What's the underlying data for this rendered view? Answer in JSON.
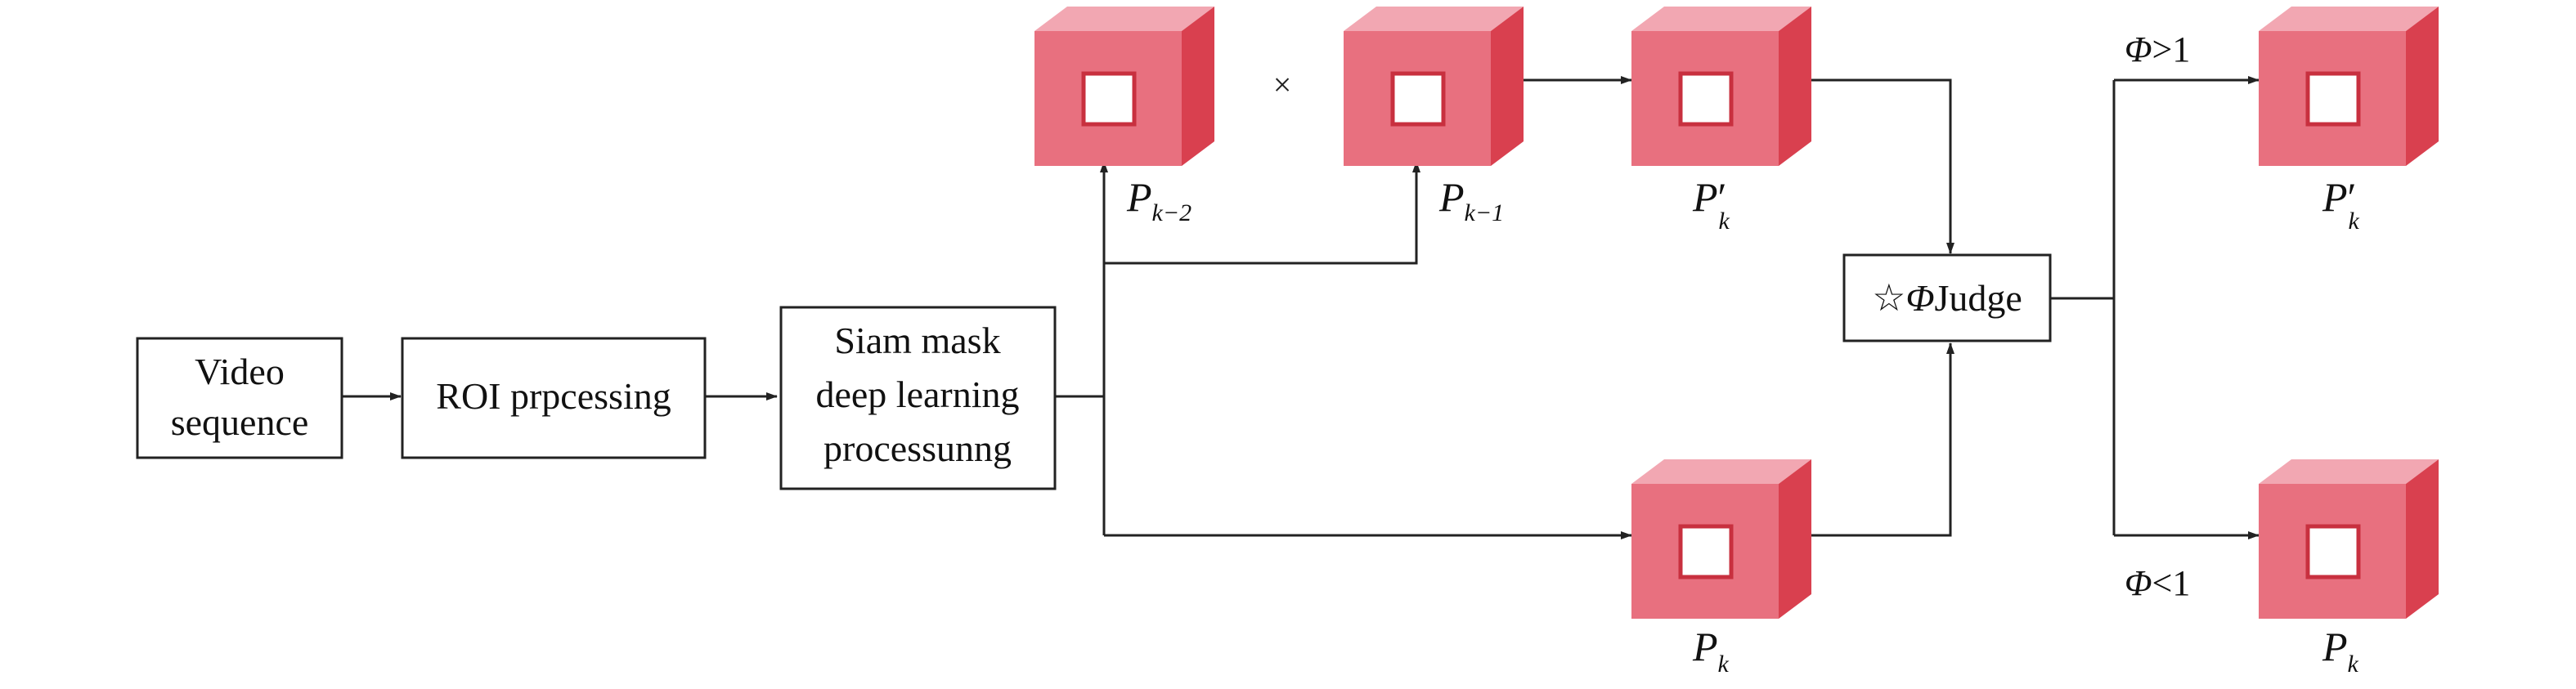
{
  "boxes": {
    "video": {
      "line1": "Video",
      "line2": "sequence"
    },
    "roi": {
      "label": "ROI prpcessing"
    },
    "siam": {
      "line1": "Siam mask",
      "line2": "deep learning",
      "line3": "processunng"
    },
    "judge": {
      "symbol": "☆",
      "phi": "Φ",
      "word": "Judge"
    }
  },
  "cube_labels": {
    "pk2": {
      "base": "P",
      "sub": "k−2"
    },
    "pk1": {
      "base": "P",
      "sub": "k−1"
    },
    "pkprime_top": {
      "base": "P",
      "prime": "′",
      "sub": "k"
    },
    "pk_bottom": {
      "base": "P",
      "sub": "k"
    },
    "pkprime_right": {
      "base": "P",
      "prime": "′",
      "sub": "k"
    },
    "pk_right": {
      "base": "P",
      "sub": "k"
    }
  },
  "multiply_symbol": "×",
  "conditions": {
    "gt": {
      "phi": "Φ",
      "rest": ">1"
    },
    "lt": {
      "phi": "Φ",
      "rest": "<1"
    }
  },
  "colors": {
    "cube_front": "#E8707F",
    "cube_top": "#F2A7B2",
    "cube_side": "#D9404F",
    "cube_window_border": "#C8303F",
    "line": "#222222"
  }
}
